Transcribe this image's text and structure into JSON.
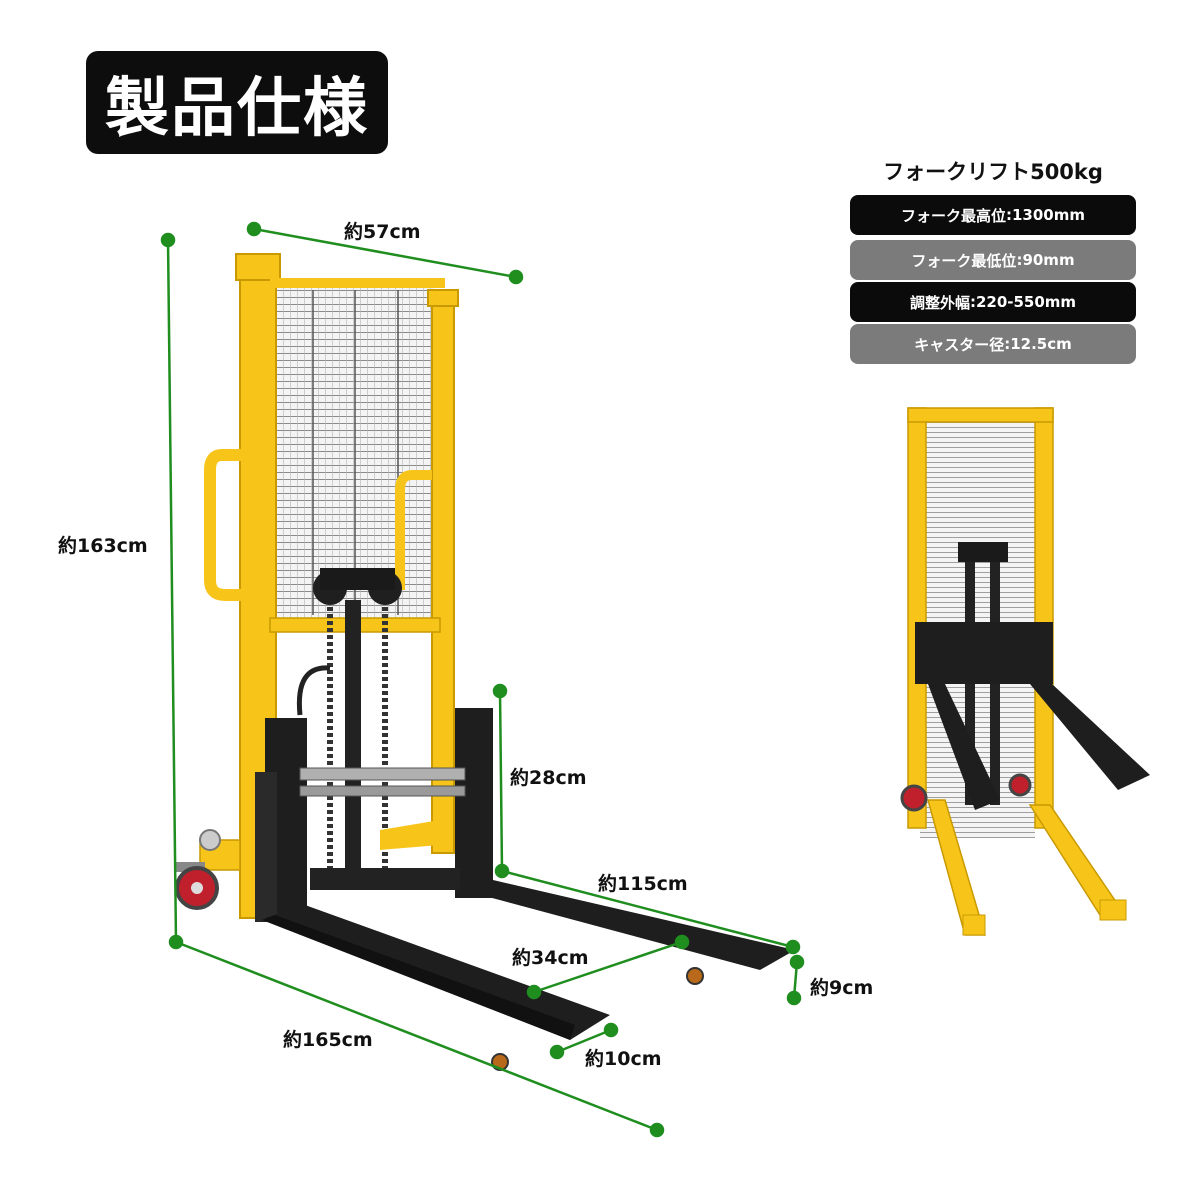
{
  "title": "製品仕様",
  "specs": {
    "heading": "フォークリフト500kg",
    "rows": [
      {
        "label": "フォーク最高位",
        "sep": ":",
        "value": "1300mm"
      },
      {
        "label": "フォーク最低位",
        "sep": ":",
        "value": "90mm"
      },
      {
        "label": "調整外幅",
        "sep": ":",
        "value": "220-550mm"
      },
      {
        "label": "キャスター径",
        "sep": ":",
        "value": "12.5cm"
      }
    ]
  },
  "dimensions": {
    "width": "約57cm",
    "height": "約163cm",
    "mast_front": "約28cm",
    "fork_length": "約115cm",
    "fork_spacing": "約34cm",
    "fork_height": "約9cm",
    "overall_length": "約165cm",
    "fork_width": "約10cm"
  },
  "colors": {
    "frame_yellow": "#f7c51a",
    "fork_black": "#1e1e1e",
    "dim_line_green": "#1f8e1f",
    "caster_red": "#c0202b"
  }
}
